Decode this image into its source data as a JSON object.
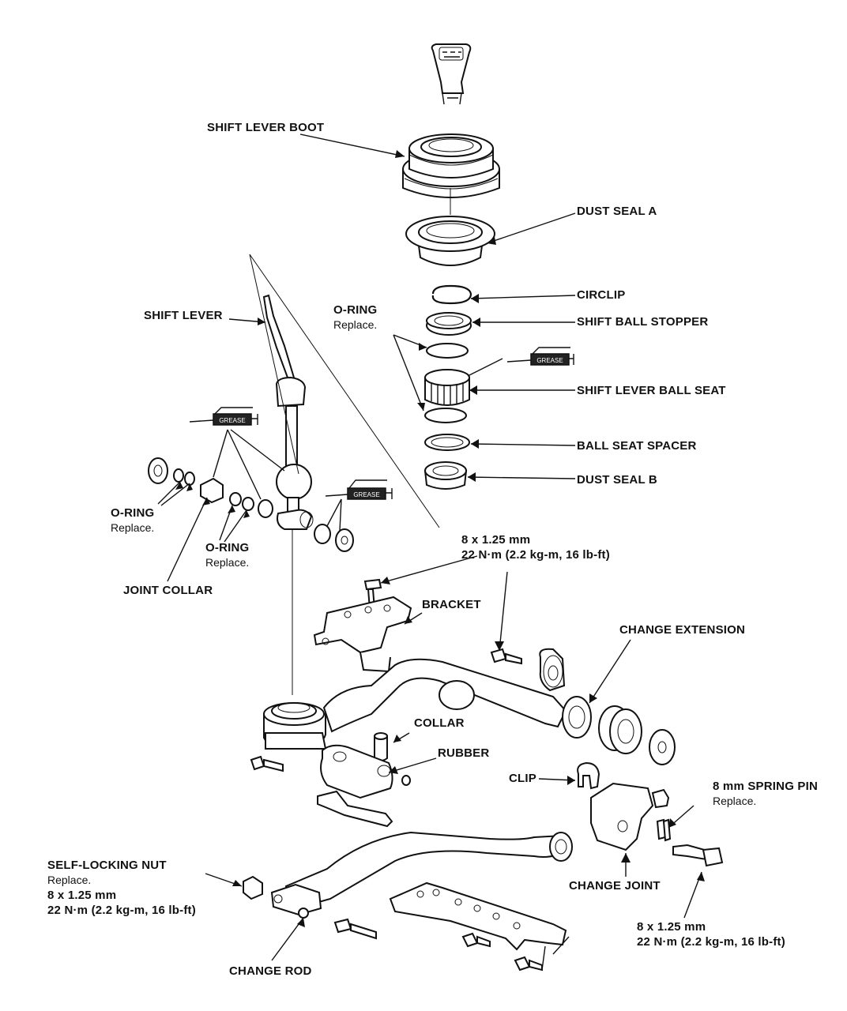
{
  "labels": {
    "shift_lever_boot": "SHIFT LEVER BOOT",
    "dust_seal_a": "DUST SEAL A",
    "circlip": "CIRCLIP",
    "shift_ball_stopper": "SHIFT BALL STOPPER",
    "o_ring_top": "O-RING",
    "o_ring_top_note": "Replace.",
    "shift_lever_ball_seat": "SHIFT LEVER BALL SEAT",
    "ball_seat_spacer": "BALL SEAT SPACER",
    "dust_seal_b": "DUST SEAL B",
    "shift_lever": "SHIFT LEVER",
    "o_ring_left": "O-RING",
    "o_ring_left_note": "Replace.",
    "o_ring_mid": "O-RING",
    "o_ring_mid_note": "Replace.",
    "joint_collar": "JOINT COLLAR",
    "bolt_spec_top_size": "8 x 1.25 mm",
    "bolt_spec_top_torque": "22 N·m (2.2 kg-m, 16 lb-ft)",
    "bracket": "BRACKET",
    "change_extension": "CHANGE EXTENSION",
    "collar": "COLLAR",
    "rubber": "RUBBER",
    "clip": "CLIP",
    "spring_pin": "8 mm SPRING PIN",
    "spring_pin_note": "Replace.",
    "self_locking_nut": "SELF-LOCKING NUT",
    "self_locking_nut_note": "Replace.",
    "self_locking_nut_size": "8 x 1.25 mm",
    "self_locking_nut_torque": "22 N·m (2.2 kg-m, 16 lb-ft)",
    "change_joint": "CHANGE JOINT",
    "bolt_spec_bottom_size": "8 x 1.25 mm",
    "bolt_spec_bottom_torque": "22 N·m (2.2 kg-m, 16 lb-ft)",
    "change_rod": "CHANGE ROD"
  },
  "grease_tag": "GREASE"
}
